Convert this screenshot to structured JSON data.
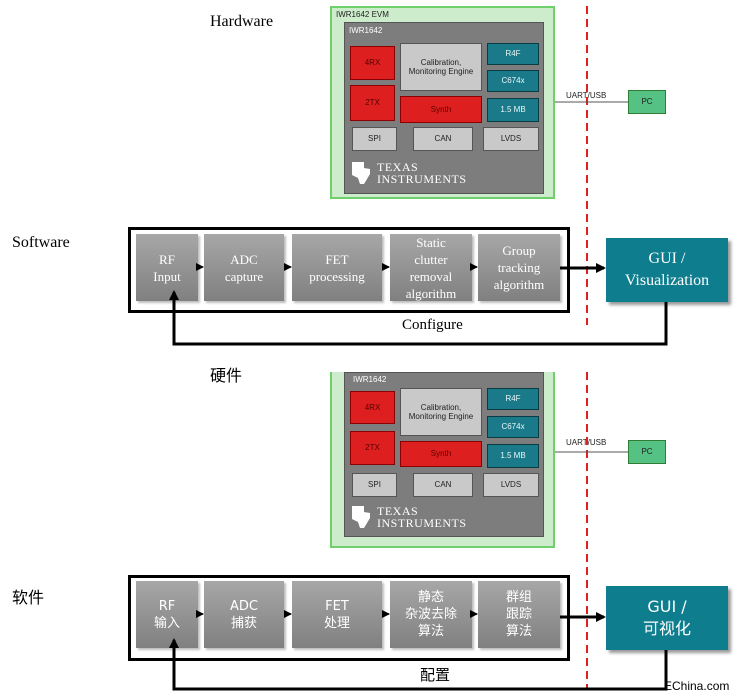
{
  "top": {
    "hardware_label": "Hardware",
    "software_label": "Software",
    "evm": {
      "title": "IWR1642 EVM",
      "chip_title": "IWR1642",
      "rx": "4RX",
      "tx": "2TX",
      "engine": "Calibration, Monitoring Engine",
      "synth": "Synth",
      "r4f": "R4F",
      "c674x": "C674x",
      "mem": "1.5 MB",
      "spi": "SPI",
      "can": "CAN",
      "lvds": "LVDS",
      "logo_line1": "Texas",
      "logo_line2": "Instruments"
    },
    "uart": "UART/USB",
    "pc": "PC",
    "steps": [
      "RF\nInput",
      "ADC\ncapture",
      "FET\nprocessing",
      "Static\nclutter\nremoval\nalgorithm",
      "Group\ntracking\nalgorithm"
    ],
    "gui": "GUI /\nVisualization",
    "configure": "Configure"
  },
  "bottom": {
    "hardware_label": "硬件",
    "software_label": "软件",
    "evm": {
      "chip_title": "IWR1642",
      "rx": "4RX",
      "tx": "2TX",
      "engine": "Calibration, Monitoring Engine",
      "synth": "Synth",
      "r4f": "R4F",
      "c674x": "C674x",
      "mem": "1.5 MB",
      "spi": "SPI",
      "can": "CAN",
      "lvds": "LVDS",
      "logo_line1": "Texas",
      "logo_line2": "Instruments"
    },
    "uart": "UART/USB",
    "pc": "PC",
    "steps": [
      "RF\n输入",
      "ADC\n捕获",
      "FET\n处理",
      "静态\n杂波去除\n算法",
      "群组\n跟踪\n算法"
    ],
    "gui": "GUI /\n可视化",
    "configure": "配置"
  },
  "watermark": "EChina.com",
  "colors": {
    "evm_bg": "#cdeccb",
    "chip_bg": "#7d7d7d",
    "red_block": "#dd1f1f",
    "teal_block": "#1a7a8a",
    "gui_bg": "#0e7e8e",
    "divider": "#e0201e",
    "pc_bg": "#55c183"
  }
}
